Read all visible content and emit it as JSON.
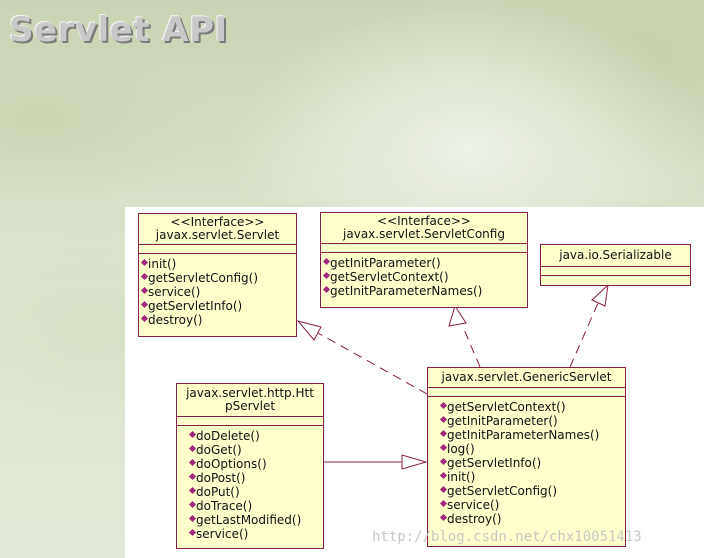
{
  "title": "Servlet API",
  "diagram": {
    "servlet": {
      "stereotype": "<<Interface>>",
      "name": "javax.servlet.Servlet",
      "operations": [
        "init()",
        "getServletConfig()",
        "service()",
        "getServletInfo()",
        "destroy()"
      ]
    },
    "servlet_config": {
      "stereotype": "<<Interface>>",
      "name": "javax.servlet.ServletConfig",
      "operations": [
        "getInitParameter()",
        "getServletContext()",
        "getInitParameterNames()"
      ]
    },
    "serializable": {
      "name": "java.io.Serializable",
      "operations": []
    },
    "generic_servlet": {
      "name": "javax.servlet.GenericServlet",
      "operations": [
        "getServletContext()",
        "getInitParameter()",
        "getInitParameterNames()",
        "log()",
        "getServletInfo()",
        "init()",
        "getServletConfig()",
        "service()",
        "destroy()"
      ]
    },
    "http_servlet": {
      "name_line1": "javax.servlet.http.Htt",
      "name_line2": "pServlet",
      "operations": [
        "doDelete()",
        "doGet()",
        "doOptions()",
        "doPost()",
        "doPut()",
        "doTrace()",
        "getLastModified()",
        "service()"
      ]
    }
  },
  "watermark": "http://blog.csdn.net/chx10051413"
}
